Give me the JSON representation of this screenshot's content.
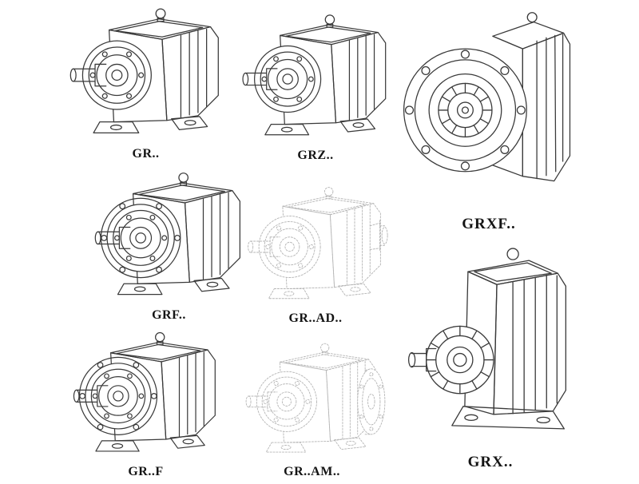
{
  "colors": {
    "line": "#3a3a3a",
    "ghost": "#b5b5b5",
    "background": "#ffffff"
  },
  "products": [
    {
      "label": "GR..",
      "drawing": "gearbox-foot-mounted",
      "render": "solid"
    },
    {
      "label": "GRZ..",
      "drawing": "gearbox-foot-mounted",
      "render": "solid"
    },
    {
      "label": "GRXF..",
      "drawing": "gearbox-flange-mounted",
      "render": "solid"
    },
    {
      "label": "GRF..",
      "drawing": "gearbox-foot-mounted-with-flange",
      "render": "solid"
    },
    {
      "label": "GR..AD..",
      "drawing": "gearbox-with-input-shaft-adapter",
      "render": "ghost"
    },
    {
      "label": "GR..F",
      "drawing": "gearbox-foot-mounted-with-flange",
      "render": "solid"
    },
    {
      "label": "GR..AM..",
      "drawing": "gearbox-with-motor-adapter-flange",
      "render": "ghost"
    },
    {
      "label": "GRX..",
      "drawing": "gearbox-foot-mounted-large",
      "render": "solid"
    }
  ]
}
